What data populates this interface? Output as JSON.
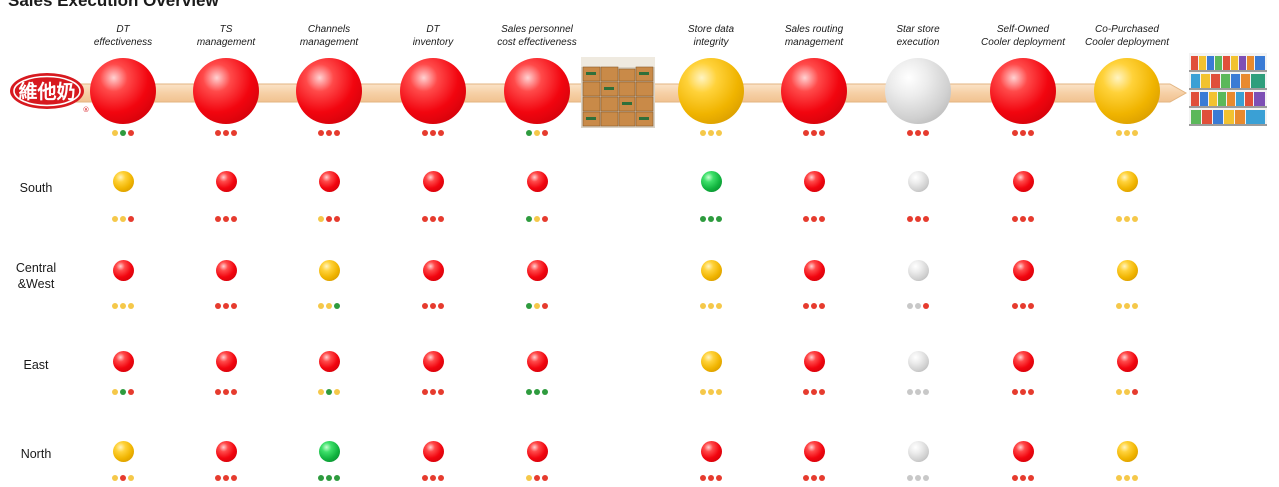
{
  "title": "Sales Execution Overview",
  "logo": {
    "text": "維他奶",
    "registered_mark": "®"
  },
  "columns": [
    {
      "line1": "DT",
      "line2": "effectiveness"
    },
    {
      "line1": "TS",
      "line2": "management"
    },
    {
      "line1": "Channels",
      "line2": "management"
    },
    {
      "line1": "DT",
      "line2": "inventory"
    },
    {
      "line1": "Sales personnel",
      "line2": "cost effectiveness"
    },
    {
      "line1": "Store data",
      "line2": "integrity"
    },
    {
      "line1": "Sales routing",
      "line2": "management"
    },
    {
      "line1": "Star store",
      "line2": "execution"
    },
    {
      "line1": "Self-Owned",
      "line2": "Cooler deployment"
    },
    {
      "line1": "Co-Purchased",
      "line2": "Cooler deployment"
    }
  ],
  "overall": {
    "status": [
      "red",
      "red",
      "red",
      "red",
      "red",
      "yellow",
      "red",
      "gray",
      "red",
      "yellow"
    ],
    "trends": [
      [
        "y",
        "g",
        "r"
      ],
      [
        "r",
        "r",
        "r"
      ],
      [
        "r",
        "r",
        "r"
      ],
      [
        "r",
        "r",
        "r"
      ],
      [
        "g",
        "y",
        "r"
      ],
      [
        "y",
        "y",
        "y"
      ],
      [
        "r",
        "r",
        "r"
      ],
      [
        "r",
        "r",
        "r"
      ],
      [
        "r",
        "r",
        "r"
      ],
      [
        "y",
        "y",
        "y"
      ]
    ]
  },
  "regions": [
    {
      "name": "South",
      "status": [
        "yellow",
        "red",
        "red",
        "red",
        "red",
        "green",
        "red",
        "gray",
        "red",
        "yellow"
      ],
      "trends": [
        [
          "y",
          "y",
          "r"
        ],
        [
          "r",
          "r",
          "r"
        ],
        [
          "y",
          "r",
          "r"
        ],
        [
          "r",
          "r",
          "r"
        ],
        [
          "g",
          "y",
          "r"
        ],
        [
          "g",
          "g",
          "g"
        ],
        [
          "r",
          "r",
          "r"
        ],
        [
          "r",
          "r",
          "r"
        ],
        [
          "r",
          "r",
          "r"
        ],
        [
          "y",
          "y",
          "y"
        ]
      ]
    },
    {
      "name": "Central &West",
      "status": [
        "red",
        "red",
        "yellow",
        "red",
        "red",
        "yellow",
        "red",
        "gray",
        "red",
        "yellow"
      ],
      "trends": [
        [
          "y",
          "y",
          "y"
        ],
        [
          "r",
          "r",
          "r"
        ],
        [
          "y",
          "y",
          "g"
        ],
        [
          "r",
          "r",
          "r"
        ],
        [
          "g",
          "y",
          "r"
        ],
        [
          "y",
          "y",
          "y"
        ],
        [
          "r",
          "r",
          "r"
        ],
        [
          "s",
          "s",
          "r"
        ],
        [
          "r",
          "r",
          "r"
        ],
        [
          "y",
          "y",
          "y"
        ]
      ]
    },
    {
      "name": "East",
      "status": [
        "red",
        "red",
        "red",
        "red",
        "red",
        "yellow",
        "red",
        "gray",
        "red",
        "red"
      ],
      "trends": [
        [
          "y",
          "g",
          "r"
        ],
        [
          "r",
          "r",
          "r"
        ],
        [
          "y",
          "g",
          "y"
        ],
        [
          "r",
          "r",
          "r"
        ],
        [
          "g",
          "g",
          "g"
        ],
        [
          "y",
          "y",
          "y"
        ],
        [
          "r",
          "r",
          "r"
        ],
        [
          "s",
          "s",
          "s"
        ],
        [
          "r",
          "r",
          "r"
        ],
        [
          "y",
          "y",
          "r"
        ]
      ]
    },
    {
      "name": "North",
      "status": [
        "yellow",
        "red",
        "green",
        "red",
        "red",
        "red",
        "red",
        "gray",
        "red",
        "yellow"
      ],
      "trends": [
        [
          "y",
          "r",
          "y"
        ],
        [
          "r",
          "r",
          "r"
        ],
        [
          "g",
          "g",
          "g"
        ],
        [
          "r",
          "r",
          "r"
        ],
        [
          "y",
          "r",
          "r"
        ],
        [
          "r",
          "r",
          "r"
        ],
        [
          "r",
          "r",
          "r"
        ],
        [
          "s",
          "s",
          "s"
        ],
        [
          "r",
          "r",
          "r"
        ],
        [
          "y",
          "y",
          "y"
        ]
      ]
    }
  ]
}
